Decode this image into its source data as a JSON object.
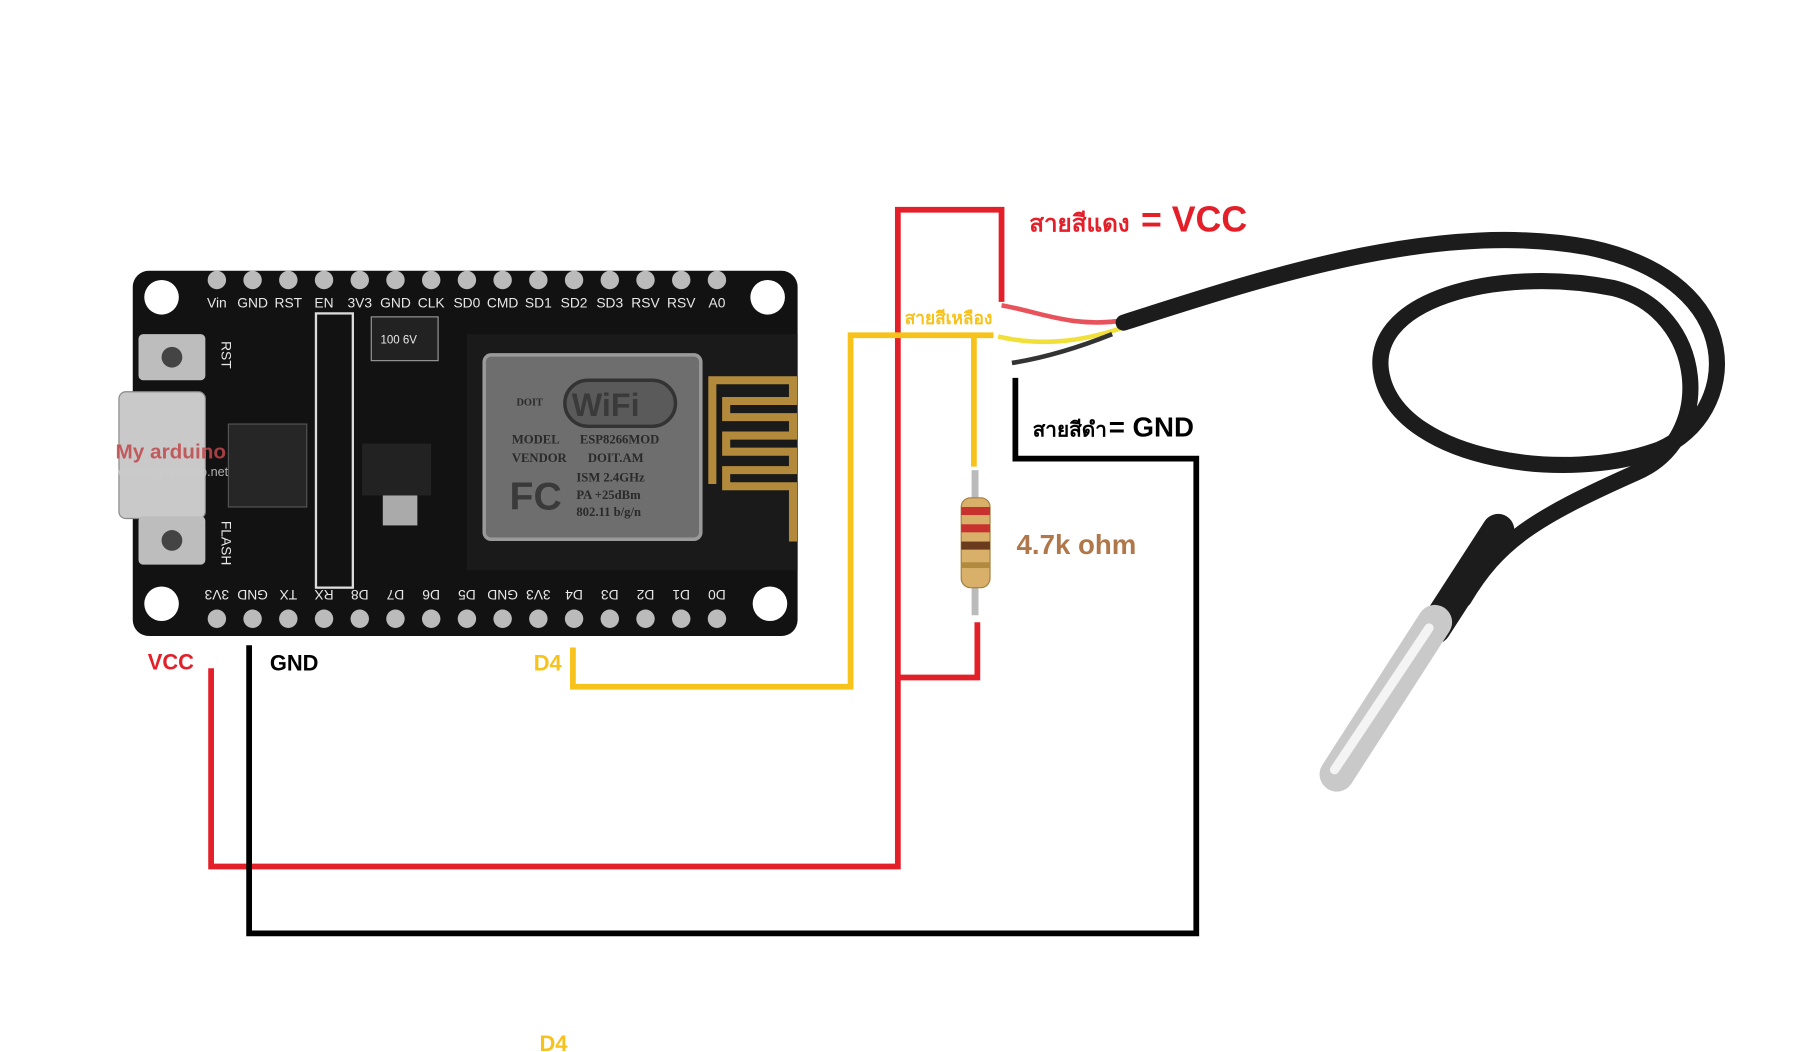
{
  "colors": {
    "vcc": "#e3202a",
    "gnd": "#000000",
    "data": "#f7c21b",
    "resistor_label": "#b0784a",
    "board": "#111111"
  },
  "board": {
    "top_pins": [
      "Vin",
      "GND",
      "RST",
      "EN",
      "3V3",
      "GND",
      "CLK",
      "SD0",
      "CMD",
      "SD1",
      "SD2",
      "SD3",
      "RSV",
      "RSV",
      "A0"
    ],
    "bottom_pins": [
      "3V3",
      "GND",
      "TX",
      "RX",
      "D8",
      "D7",
      "D6",
      "D5",
      "GND",
      "3V3",
      "D4",
      "D3",
      "D2",
      "D1",
      "D0"
    ],
    "button_rst": "RST",
    "button_flash": "FLASH",
    "cap_text": "100 6V",
    "module": {
      "logo": "WiFi",
      "brand": "DOIT",
      "model_label": "MODEL",
      "model": "ESP8266MOD",
      "vendor_label": "VENDOR",
      "vendor": "DOIT.AM",
      "fc": "FC",
      "ism": "ISM  2.4GHz",
      "pa": "PA  +25dBm",
      "std": "802.11 b/g/n"
    },
    "watermark": {
      "title": "My arduino",
      "url": "www.myarduino.net"
    }
  },
  "labels": {
    "vcc": "VCC",
    "gnd": "GND",
    "d4": "D4",
    "d4_bottom": "D4",
    "red_wire": "สายสีแดง",
    "red_eq": "= VCC",
    "yellow_wire": "สายสีเหลือง",
    "black_wire": "สายสีดำ",
    "black_eq": "= GND",
    "resistor": "4.7k ohm"
  }
}
